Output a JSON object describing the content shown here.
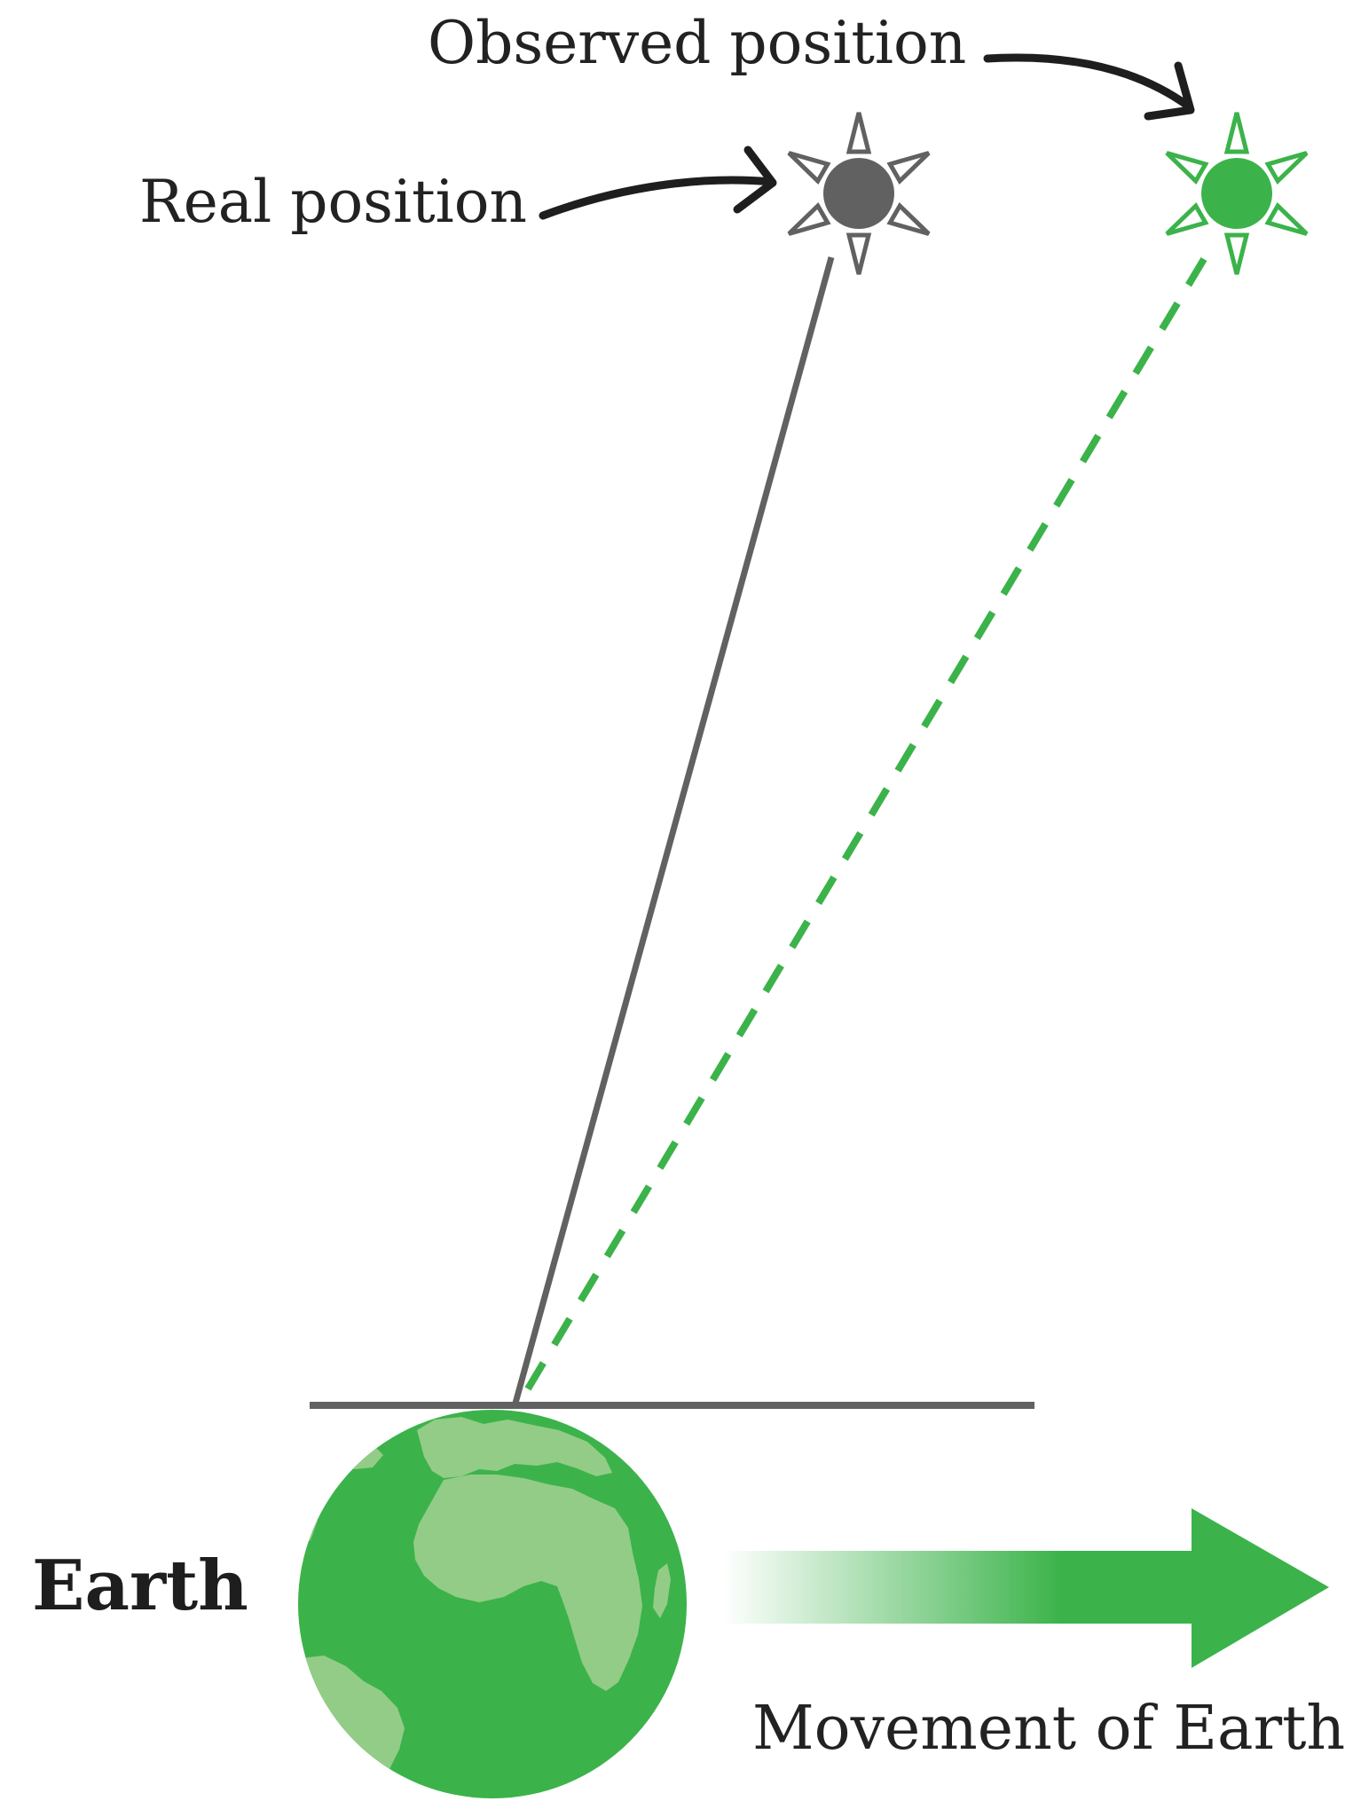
{
  "labels": {
    "observed": "Observed position",
    "real": "Real position",
    "earth": "Earth",
    "movement": "Movement of Earth"
  },
  "colors": {
    "green": "#3bb34a",
    "light_green": "#93cc87",
    "gray": "#616161",
    "arrow_dark": "#1e1e1e"
  },
  "icons": {
    "real_star": "sun-star-icon",
    "observed_star": "sun-star-icon",
    "earth": "globe-icon",
    "movement_arrow": "arrow-right-icon"
  }
}
